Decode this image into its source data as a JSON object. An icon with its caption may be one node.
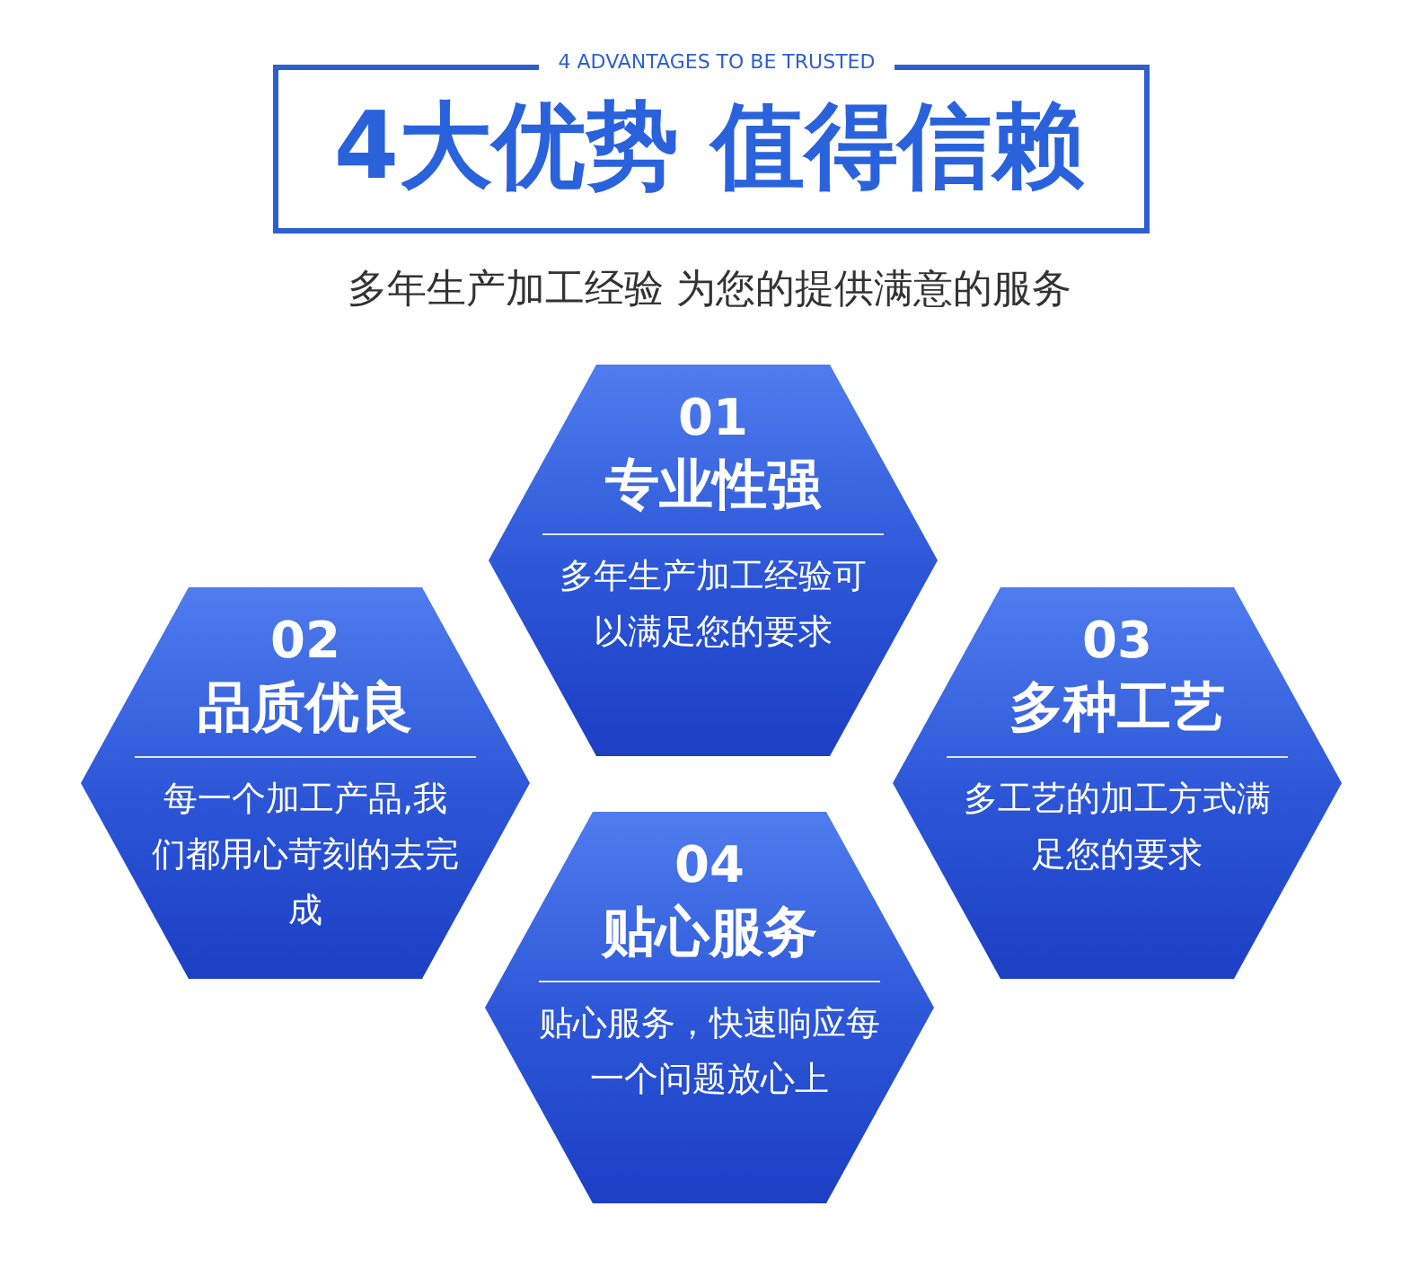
{
  "diagram": {
    "title": "4大优势 值得信赖",
    "nodes": [
      {
        "text": [
          "01",
          "专业性强",
          "多年生产加工经验可以满足您的要求"
        ]
      },
      {
        "text": [
          "02",
          "品质优良",
          "每一个加工产品,我们都用心苛刻的去完成"
        ]
      },
      {
        "text": [
          "03",
          "多种工艺",
          "多工艺的加工方式满足您的要求"
        ]
      },
      {
        "text": [
          "04",
          "贴心服务",
          "贴心服务，快速响应每一个问题放心上"
        ]
      }
    ],
    "labels": [
      "4 ADVANTAGES TO BE TRUSTED",
      "多年生产加工经验 为您的提供满意的服务"
    ]
  }
}
